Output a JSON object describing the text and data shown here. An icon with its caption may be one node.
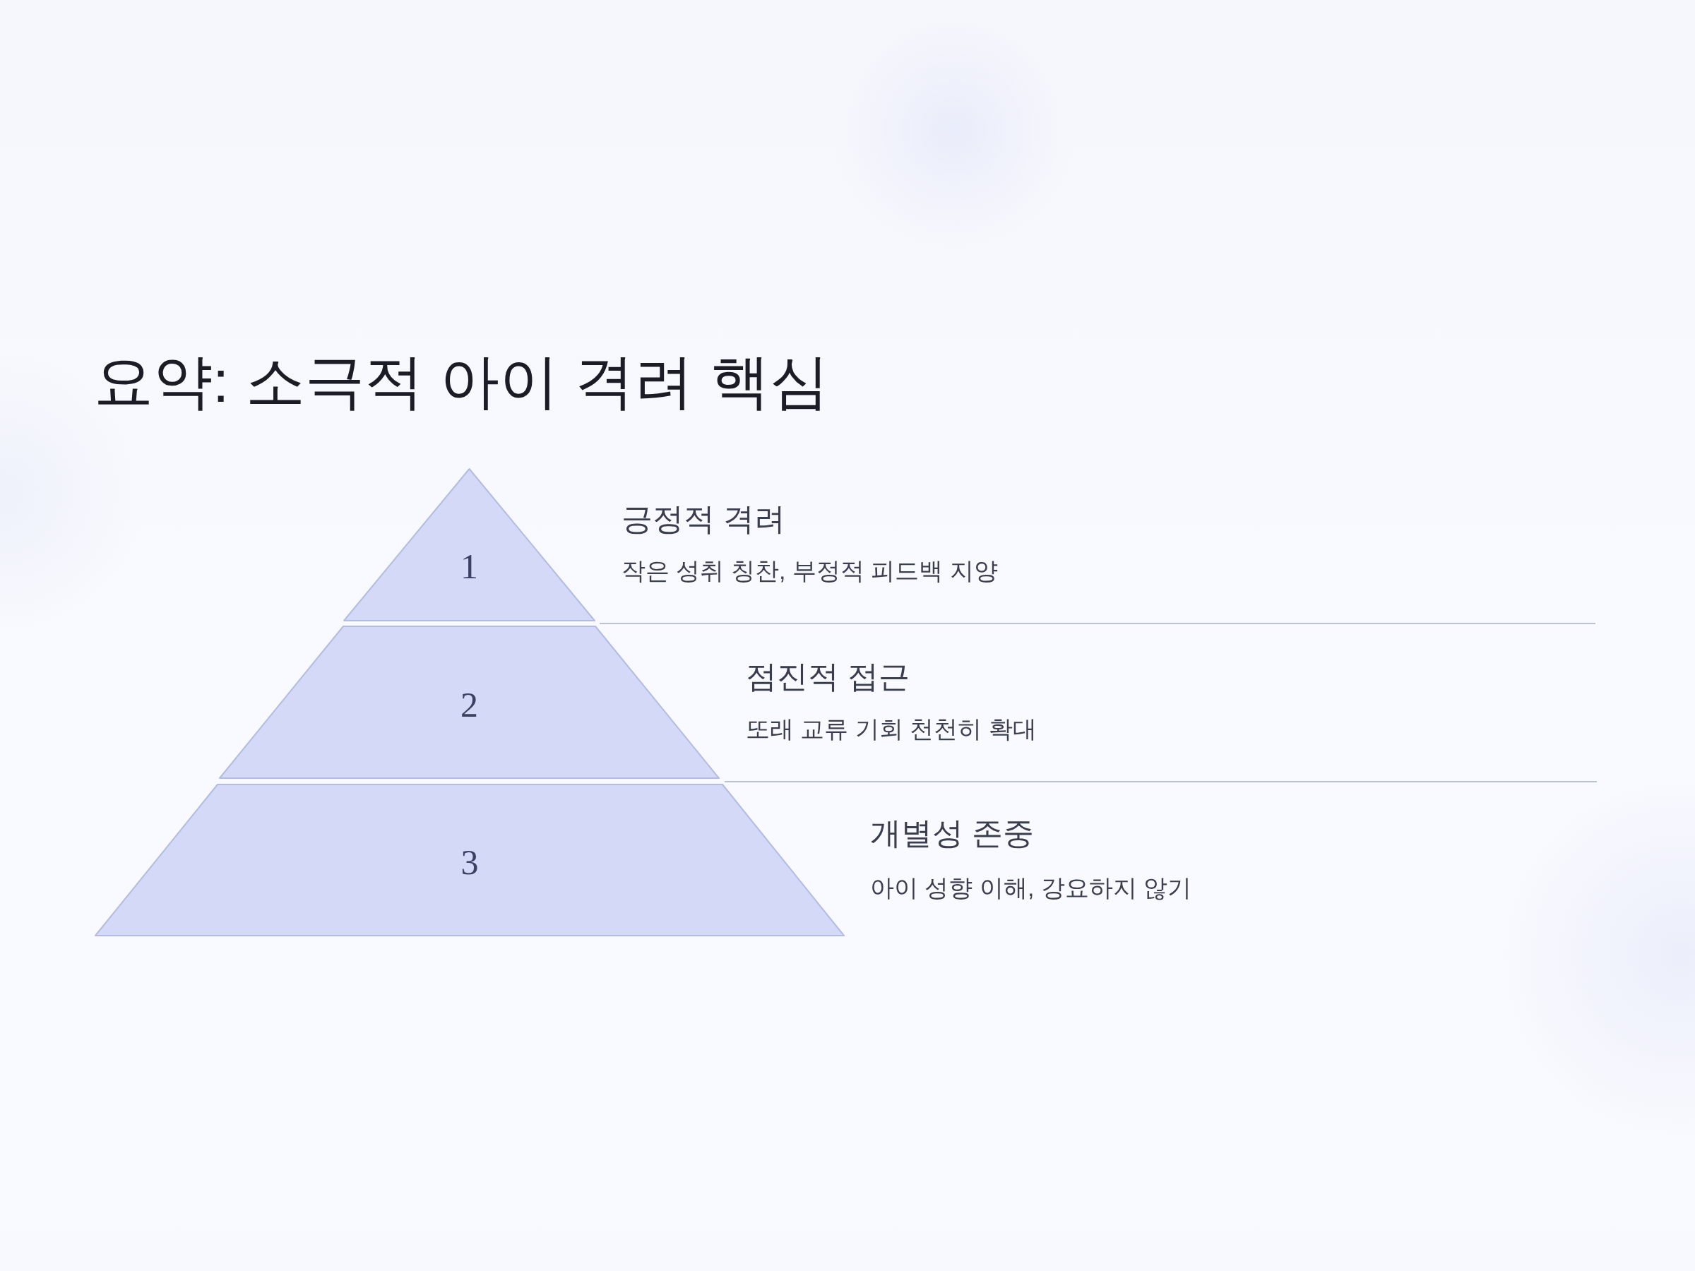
{
  "diagram": {
    "title": "요약: 소극적 아이 격려 핵심",
    "nodes": [
      {
        "text": [
          "1"
        ],
        "beside": [
          "긍정적 격려",
          "작은 성취 칭찬, 부정적 피드백 지양"
        ]
      },
      {
        "text": [
          "2"
        ],
        "beside": [
          "점진적 접근",
          "또래 교류 기회 천천히 확대"
        ]
      },
      {
        "text": [
          "3"
        ],
        "beside": [
          "개별성 존중",
          "아이 성향 이해, 강요하지 않기"
        ]
      }
    ]
  }
}
